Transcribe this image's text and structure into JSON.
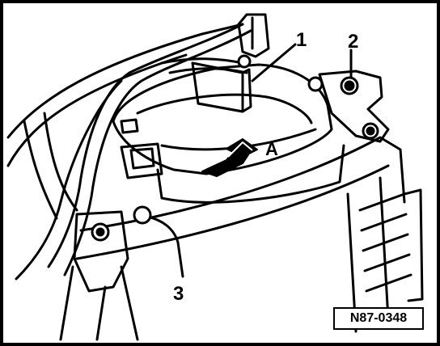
{
  "callouts": {
    "label_1": "1",
    "label_2": "2",
    "label_3": "3"
  },
  "arrow": {
    "label": "A"
  },
  "reference_code": "N87-0348",
  "colors": {
    "line": "#000000",
    "background": "#ffffff"
  }
}
